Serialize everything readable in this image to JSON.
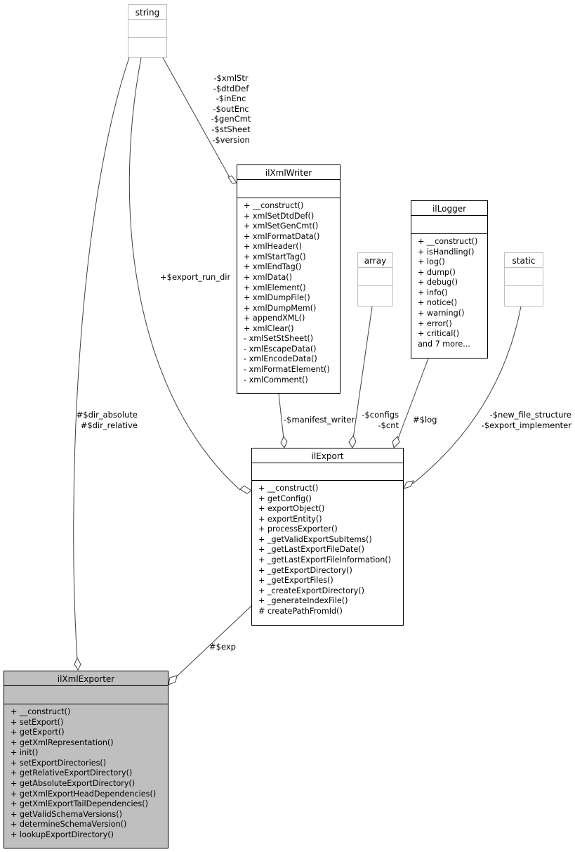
{
  "classes": {
    "string": {
      "name": "string"
    },
    "array": {
      "name": "array"
    },
    "static": {
      "name": "static"
    },
    "ilXmlWriter": {
      "name": "ilXmlWriter",
      "methods": [
        "+ __construct()",
        "+ xmlSetDtdDef()",
        "+ xmlSetGenCmt()",
        "+ xmlFormatData()",
        "+ xmlHeader()",
        "+ xmlStartTag()",
        "+ xmlEndTag()",
        "+ xmlData()",
        "+ xmlElement()",
        "+ xmlDumpFile()",
        "+ xmlDumpMem()",
        "+ appendXML()",
        "+ xmlClear()",
        "- xmlSetStSheet()",
        "- xmlEscapeData()",
        "- xmlEncodeData()",
        "- xmlFormatElement()",
        "- xmlComment()"
      ]
    },
    "ilLogger": {
      "name": "ilLogger",
      "methods": [
        "+ __construct()",
        "+ isHandling()",
        "+ log()",
        "+ dump()",
        "+ debug()",
        "+ info()",
        "+ notice()",
        "+ warning()",
        "+ error()",
        "+ critical()",
        "and 7 more..."
      ]
    },
    "ilExport": {
      "name": "ilExport",
      "methods": [
        "+ __construct()",
        "+ getConfig()",
        "+ exportObject()",
        "+ exportEntity()",
        "+ processExporter()",
        "+ _getValidExportSubItems()",
        "+ _getLastExportFileDate()",
        "+ _getLastExportFileInformation()",
        "+ _getExportDirectory()",
        "+ _getExportFiles()",
        "+ _createExportDirectory()",
        "+ _generateIndexFile()",
        "# createPathFromId()"
      ]
    },
    "ilXmlExporter": {
      "name": "ilXmlExporter",
      "methods": [
        "+ __construct()",
        "+ setExport()",
        "+ getExport()",
        "+ getXmlRepresentation()",
        "+ init()",
        "+ setExportDirectories()",
        "+ getRelativeExportDirectory()",
        "+ getAbsoluteExportDirectory()",
        "+ getXmlExportHeadDependencies()",
        "+ getXmlExportTailDependencies()",
        "+ getValidSchemaVersions()",
        "+ determineSchemaVersion()",
        "+ lookupExportDirectory()"
      ]
    }
  },
  "edges": {
    "string_to_xmlwriter": [
      "-$xmlStr",
      "-$dtdDef",
      "-$inEnc",
      "-$outEnc",
      "-$genCmt",
      "-$stSheet",
      "-$version"
    ],
    "string_to_export": "+$export_run_dir",
    "string_to_xmlexporter": [
      "#$dir_absolute",
      "#$dir_relative"
    ],
    "xmlwriter_to_export": "-$manifest_writer",
    "array_to_export": [
      "-$configs",
      "-$cnt"
    ],
    "logger_to_export": "#$log",
    "static_to_export": [
      "-$new_file_structure",
      "-$export_implementer"
    ],
    "export_to_xmlexporter": "#$exp"
  }
}
